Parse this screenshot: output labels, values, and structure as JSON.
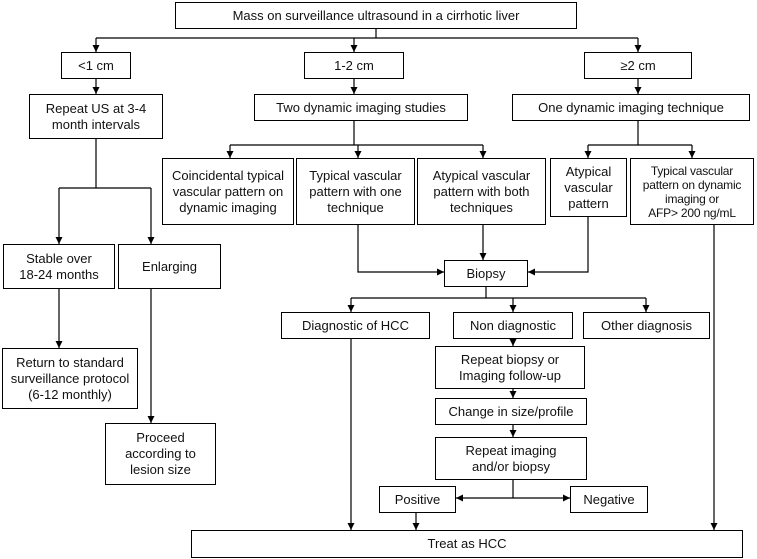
{
  "diagram": {
    "stroke_color": "#000000",
    "text_color": "#111111",
    "nodes": {
      "root": "Mass on surveillance ultrasound in a cirrhotic liver",
      "lt1": "<1 cm",
      "mid12": "1-2 cm",
      "ge2": "≥2 cm",
      "repeat_us": [
        "Repeat US at 3-4",
        "month intervals"
      ],
      "two_dynamic": "Two dynamic imaging studies",
      "one_dynamic": "One dynamic imaging technique",
      "coincidental": [
        "Coincidental typical",
        "vascular pattern on",
        "dynamic imaging"
      ],
      "typical_one": [
        "Typical vascular",
        "pattern with one",
        "technique"
      ],
      "atypical_both": [
        "Atypical vascular",
        "pattern with both",
        "techniques"
      ],
      "atypical": [
        "Atypical",
        "vascular",
        "pattern"
      ],
      "typical_afp": [
        "Typical vascular",
        "pattern on dynamic",
        "imaging or",
        "AFP> 200 ng/mL"
      ],
      "stable": [
        "Stable over",
        "18-24 months"
      ],
      "enlarging": "Enlarging",
      "biopsy": "Biopsy",
      "diag_hcc": "Diagnostic of HCC",
      "non_diag": "Non diagnostic",
      "other_diag": "Other diagnosis",
      "return_std": [
        "Return to standard",
        "surveillance protocol",
        "(6-12 monthly)"
      ],
      "repeat_biopsy": [
        "Repeat biopsy or",
        "Imaging follow-up"
      ],
      "change_size": "Change in size/profile",
      "proceed": [
        "Proceed",
        "according to",
        "lesion size"
      ],
      "repeat_imaging": [
        "Repeat imaging",
        "and/or biopsy"
      ],
      "positive": "Positive",
      "negative": "Negative",
      "treat": "Treat as HCC"
    }
  }
}
